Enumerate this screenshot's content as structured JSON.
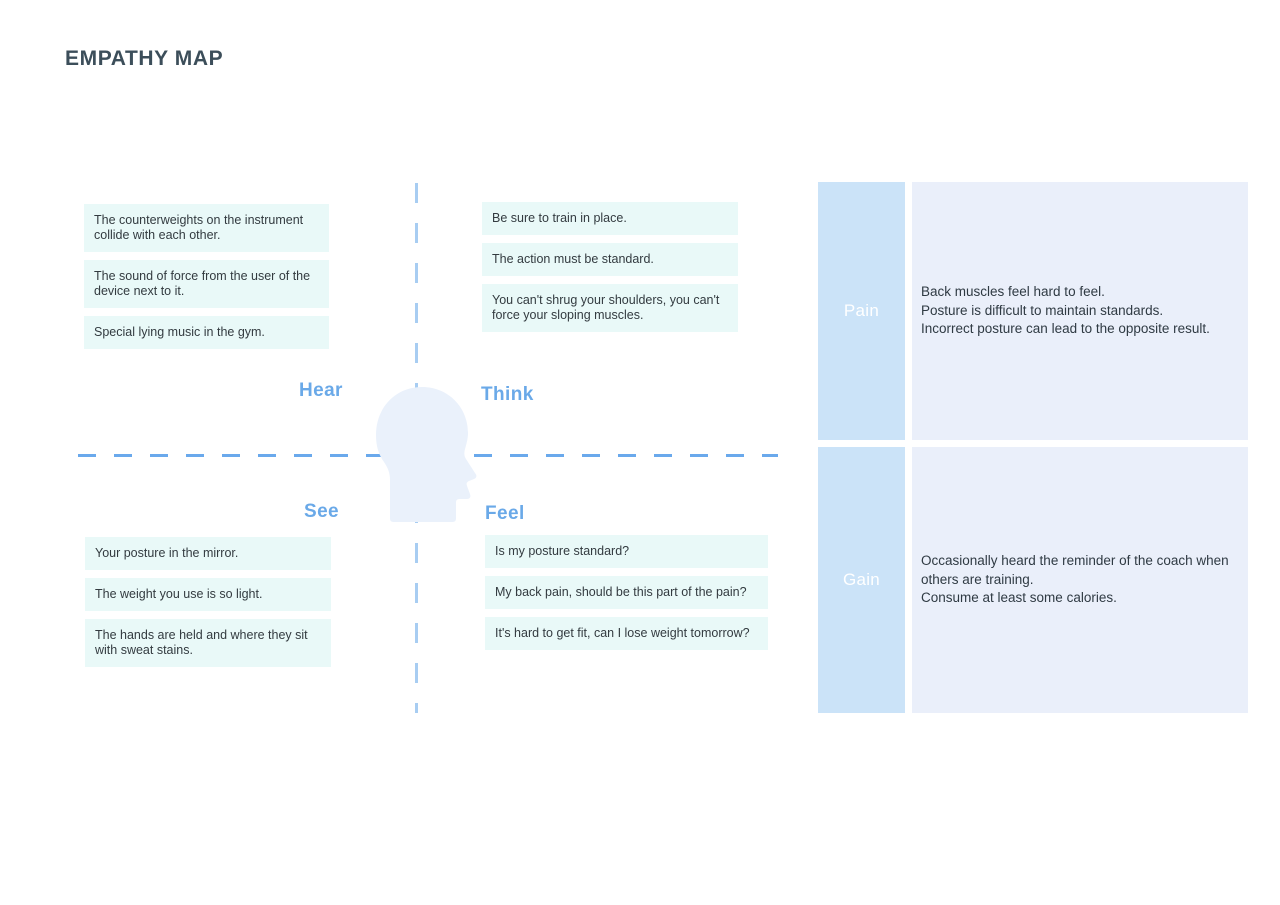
{
  "header": {
    "title": "EMPATHY MAP"
  },
  "colors": {
    "title_text": "#3c4e5a",
    "quadrant_label": "#6aa9e8",
    "note_card_bg": "#e9f9f8",
    "note_card_text": "#333b40",
    "panel_label_bg": "#cbe3f8",
    "panel_label_text": "#ffffff",
    "panel_body_bg": "#eaeffa",
    "panel_body_text": "#2f3a43",
    "divider_horizontal": "#6aa9ec",
    "divider_vertical": "#a8cdf2",
    "head_silhouette": "#eaf1fb",
    "page_bg": "#ffffff"
  },
  "center": {
    "icon": "head-silhouette-icon"
  },
  "quadrants": {
    "hear": {
      "label": "Hear",
      "notes": [
        "The counterweights on the instrument collide with each other.",
        "The sound of force from the user of the device next to it.",
        "Special lying music in the gym."
      ]
    },
    "think": {
      "label": "Think",
      "notes": [
        "Be sure to train in place.",
        "The action must be standard.",
        "You can't shrug your shoulders, you can't force your sloping muscles."
      ]
    },
    "see": {
      "label": "See",
      "notes": [
        "Your posture in the mirror.",
        "The weight you use is so light.",
        "The hands are held and where they sit with sweat stains."
      ]
    },
    "feel": {
      "label": "Feel",
      "notes": [
        "Is my posture standard?",
        "My back pain, should be this part of the pain?",
        "It's hard to get fit, can I lose weight tomorrow?"
      ]
    }
  },
  "panels": [
    {
      "label": "Pain",
      "text": "Back muscles feel hard to feel.\nPosture is difficult to maintain standards.\nIncorrect posture can lead to the opposite result."
    },
    {
      "label": "Gain",
      "text": "Occasionally heard the reminder of the coach when others are training.\nConsume at least some calories."
    }
  ]
}
